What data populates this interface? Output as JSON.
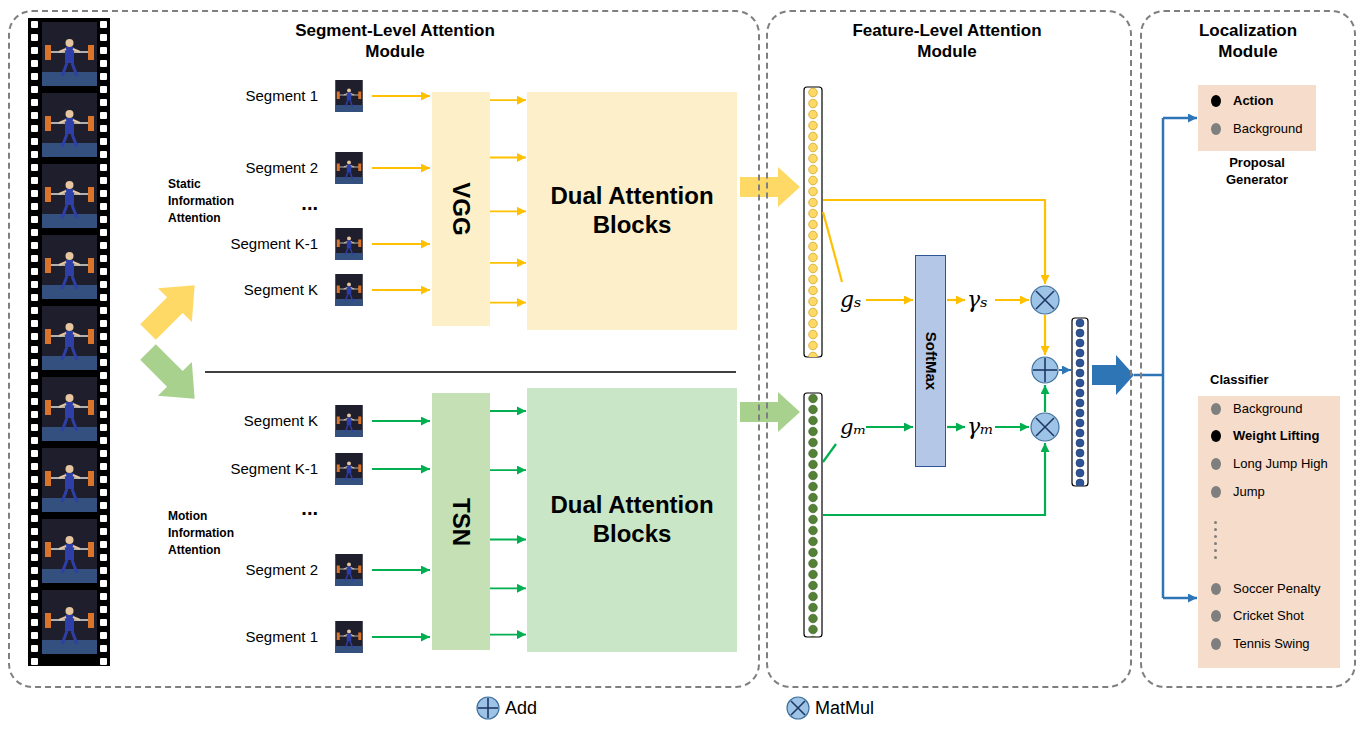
{
  "diagram": {
    "nodes": [
      {
        "text": [
          "Segment-Level Attention Module"
        ]
      },
      {
        "text": [
          "VGG"
        ],
        "in": 0
      },
      {
        "text": [
          "Dual Attention Blocks"
        ],
        "in": 0
      },
      {
        "text": [
          "TSN"
        ],
        "in": 0
      },
      {
        "text": [
          "Dual Attention Blocks"
        ],
        "in": 0
      },
      {
        "text": [
          "Feature-Level Attention Module"
        ]
      },
      {
        "text": [
          "SoftMax"
        ],
        "in": 5
      },
      {
        "text": [
          "Localization Module"
        ]
      },
      {
        "text": [
          "Action",
          "Background",
          "Proposal Generator"
        ],
        "in": 7
      },
      {
        "text": [
          "Classifier",
          "Background",
          "Weight Lifting",
          "Long Jump High",
          "Jump",
          "Soccer Penalty",
          "Cricket Shot",
          "Tennis Swing"
        ],
        "in": 7
      }
    ],
    "edges": [
      {
        "from": 1,
        "to": 2,
        "arrow": "to"
      },
      {
        "from": 1,
        "to": 2,
        "arrow": "to"
      },
      {
        "from": 1,
        "to": 2,
        "arrow": "to"
      },
      {
        "from": 1,
        "to": 2,
        "arrow": "to"
      },
      {
        "from": 1,
        "to": 2,
        "arrow": "to"
      },
      {
        "from": 3,
        "to": 4,
        "arrow": "to"
      },
      {
        "from": 3,
        "to": 4,
        "arrow": "to"
      },
      {
        "from": 3,
        "to": 4,
        "arrow": "to"
      },
      {
        "from": 3,
        "to": 4,
        "arrow": "to"
      },
      {
        "from": 3,
        "to": 4,
        "arrow": "to"
      }
    ],
    "labels": [
      "Static Information Attention",
      "Segment 1",
      "Segment 2",
      "...",
      "Segment K-1",
      "Segment K",
      "Motion Information Attention",
      "Segment K",
      "Segment K-1",
      "...",
      "Segment 2",
      "Segment 1",
      "gₛ",
      "γₛ",
      "gₘ",
      "γₘ"
    ],
    "legend": [
      {
        "text": "Add"
      },
      {
        "text": "MatMul"
      }
    ]
  }
}
